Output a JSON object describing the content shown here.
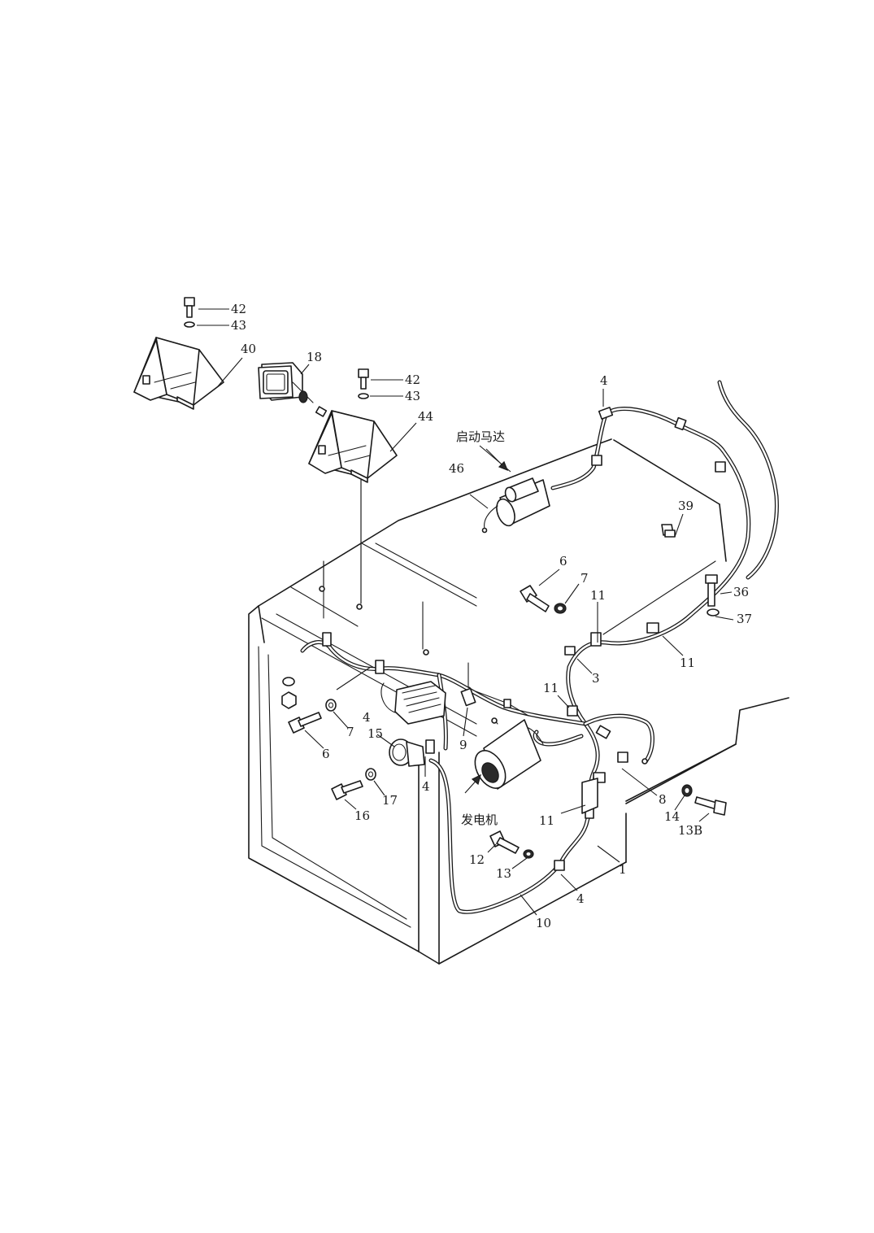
{
  "diagram": {
    "callouts": [
      {
        "id": "c42a",
        "text": "42"
      },
      {
        "id": "c43a",
        "text": "43"
      },
      {
        "id": "c40",
        "text": "40"
      },
      {
        "id": "c18",
        "text": "18"
      },
      {
        "id": "c42b",
        "text": "42"
      },
      {
        "id": "c43b",
        "text": "43"
      },
      {
        "id": "c44",
        "text": "44"
      },
      {
        "id": "c4a",
        "text": "4"
      },
      {
        "id": "c46",
        "text": "46"
      },
      {
        "id": "c39",
        "text": "39"
      },
      {
        "id": "c6a",
        "text": "6"
      },
      {
        "id": "c7a",
        "text": "7"
      },
      {
        "id": "c11a",
        "text": "11"
      },
      {
        "id": "c36",
        "text": "36"
      },
      {
        "id": "c37",
        "text": "37"
      },
      {
        "id": "c11b",
        "text": "11"
      },
      {
        "id": "c3",
        "text": "3"
      },
      {
        "id": "c11c",
        "text": "11"
      },
      {
        "id": "c4b",
        "text": "4"
      },
      {
        "id": "c7b",
        "text": "7"
      },
      {
        "id": "c6b",
        "text": "6"
      },
      {
        "id": "c15",
        "text": "15"
      },
      {
        "id": "c9",
        "text": "9"
      },
      {
        "id": "c4c",
        "text": "4"
      },
      {
        "id": "c16",
        "text": "16"
      },
      {
        "id": "c17",
        "text": "17"
      },
      {
        "id": "c8",
        "text": "8"
      },
      {
        "id": "c14",
        "text": "14"
      },
      {
        "id": "c13b",
        "text": "13B"
      },
      {
        "id": "c11d",
        "text": "11"
      },
      {
        "id": "c12",
        "text": "12"
      },
      {
        "id": "c13",
        "text": "13"
      },
      {
        "id": "c1",
        "text": "1"
      },
      {
        "id": "c4d",
        "text": "4"
      },
      {
        "id": "c10",
        "text": "10"
      }
    ],
    "labels": {
      "starter_motor": "启动马达",
      "generator": "发电机"
    }
  }
}
